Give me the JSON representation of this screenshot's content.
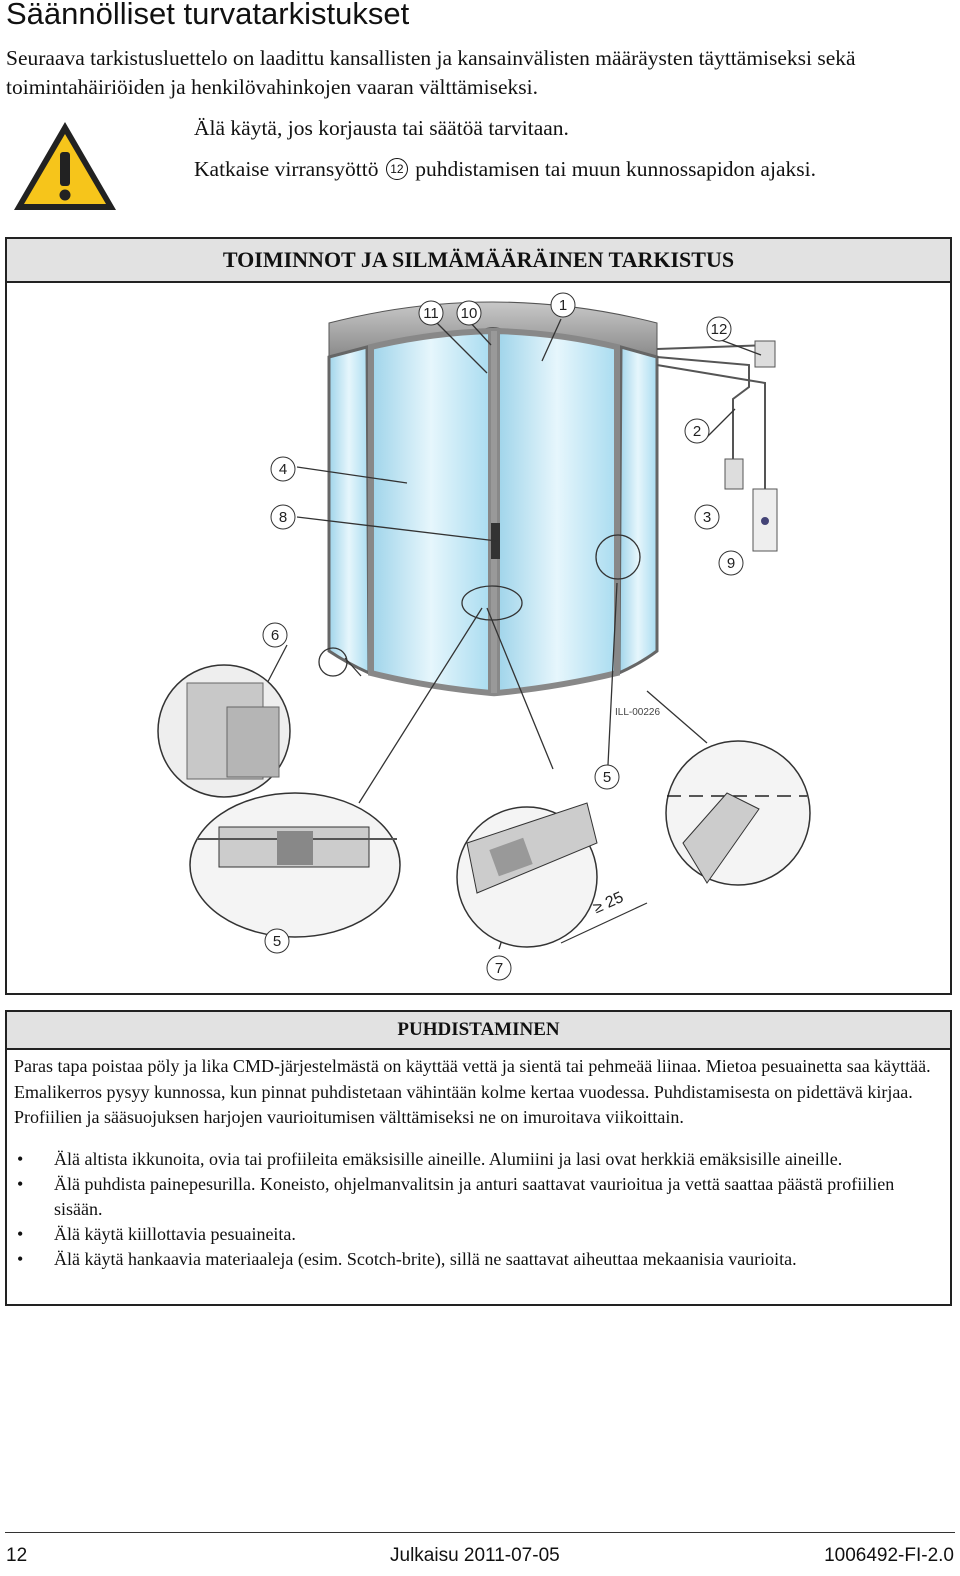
{
  "page": {
    "title": "Säännölliset turvatarkistukset",
    "intro": "Seuraava tarkistusluettelo on laadittu kansallisten ja kansainvälisten määräysten täyttämiseksi sekä toimintahäiriöiden ja henkilövahinkojen vaaran välttämiseksi."
  },
  "warning": {
    "icon": "warning-triangle-icon",
    "line1": "Älä käytä, jos korjausta tai säätöä tarvitaan.",
    "line2_before": "Katkaise virransyöttö",
    "line2_ref": "12",
    "line2_after": "puhdistamisen tai muun kunnossapidon ajaksi."
  },
  "inspection": {
    "heading": "TOIMINNOT JA SILMÄMÄÄRÄINEN TARKISTUS",
    "illustration_code": "ILL-00226",
    "callouts": [
      "11",
      "10",
      "1",
      "12",
      "2",
      "4",
      "3",
      "8",
      "9",
      "6",
      "5",
      "5",
      "7"
    ],
    "dimension_label": "≥ 25"
  },
  "cleaning": {
    "heading": "PUHDISTAMINEN",
    "paragraph": "Paras tapa poistaa pöly ja lika CMD-järjestelmästä on käyttää vettä ja sientä tai pehmeää liinaa. Mietoa pesuainetta saa käyttää. Emalikerros pysyy kunnossa, kun pinnat puhdistetaan vähintään kolme kertaa vuodessa. Puhdistamisesta on pidettävä kirjaa. Profiilien ja sääsuojuksen harjojen vaurioitumisen välttämiseksi ne on imuroitava viikoittain.",
    "bullets": [
      "Älä altista ikkunoita, ovia tai profiileita emäksisille aineille. Alumiini ja lasi ovat herkkiä emäksisille aineille.",
      "Älä puhdista painepesurilla. Koneisto, ohjelmanvalitsin ja anturi saattavat vaurioitua ja vettä saattaa päästä profiilien sisään.",
      "Älä käytä kiillottavia pesuaineita.",
      "Älä käytä hankaavia materiaaleja (esim. Scotch-brite), sillä ne saattavat aiheuttaa mekaanisia vaurioita."
    ]
  },
  "footer": {
    "page_number": "12",
    "edition": "Julkaisu 2011-07-05",
    "doc_id": "1006492-FI-2.0"
  }
}
